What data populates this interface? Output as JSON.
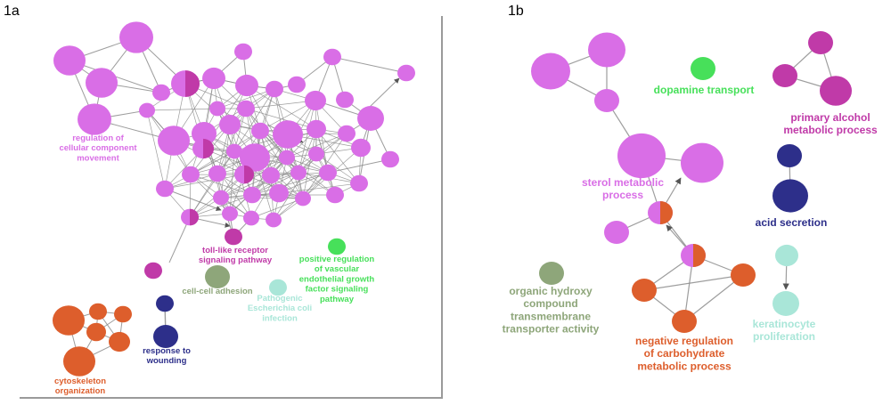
{
  "panels": [
    {
      "label": "1a"
    },
    {
      "label": "1b"
    }
  ],
  "colors": {
    "violet": "#d96ee6",
    "magenta": "#c03aa8",
    "orange": "#dd5e2c",
    "green": "#47e05a",
    "olive": "#8ea67a",
    "navy": "#2d2f8a",
    "aqua": "#a9e6d8",
    "edge": "#8c8c8c"
  },
  "labels_a": {
    "regulation": "regulation of\ncellular component\nmovement",
    "toll": "toll-like receptor\nsignaling pathway",
    "vascular": "positive regulation\nof vascular\nendothelial growth\nfactor signaling\npathway",
    "adhesion": "cell-cell adhesion",
    "ecoli": "Pathogenic\nEscherichia coli\ninfection",
    "wounding": "response to\nwounding",
    "cytoskeleton": "cytoskeleton\norganization"
  },
  "labels_b": {
    "dopamine": "dopamine transport",
    "alcohol": "primary alcohol\nmetabolic process",
    "sterol": "sterol metabolic\nprocess",
    "acid": "acid secretion",
    "organic": "organic hydroxy\ncompound\ntransmembrane\ntransporter activity",
    "keratinocyte": "keratinocyte\nproliferation",
    "carbohydrate": "negative regulation\nof carbohydrate\nmetabolic process"
  }
}
